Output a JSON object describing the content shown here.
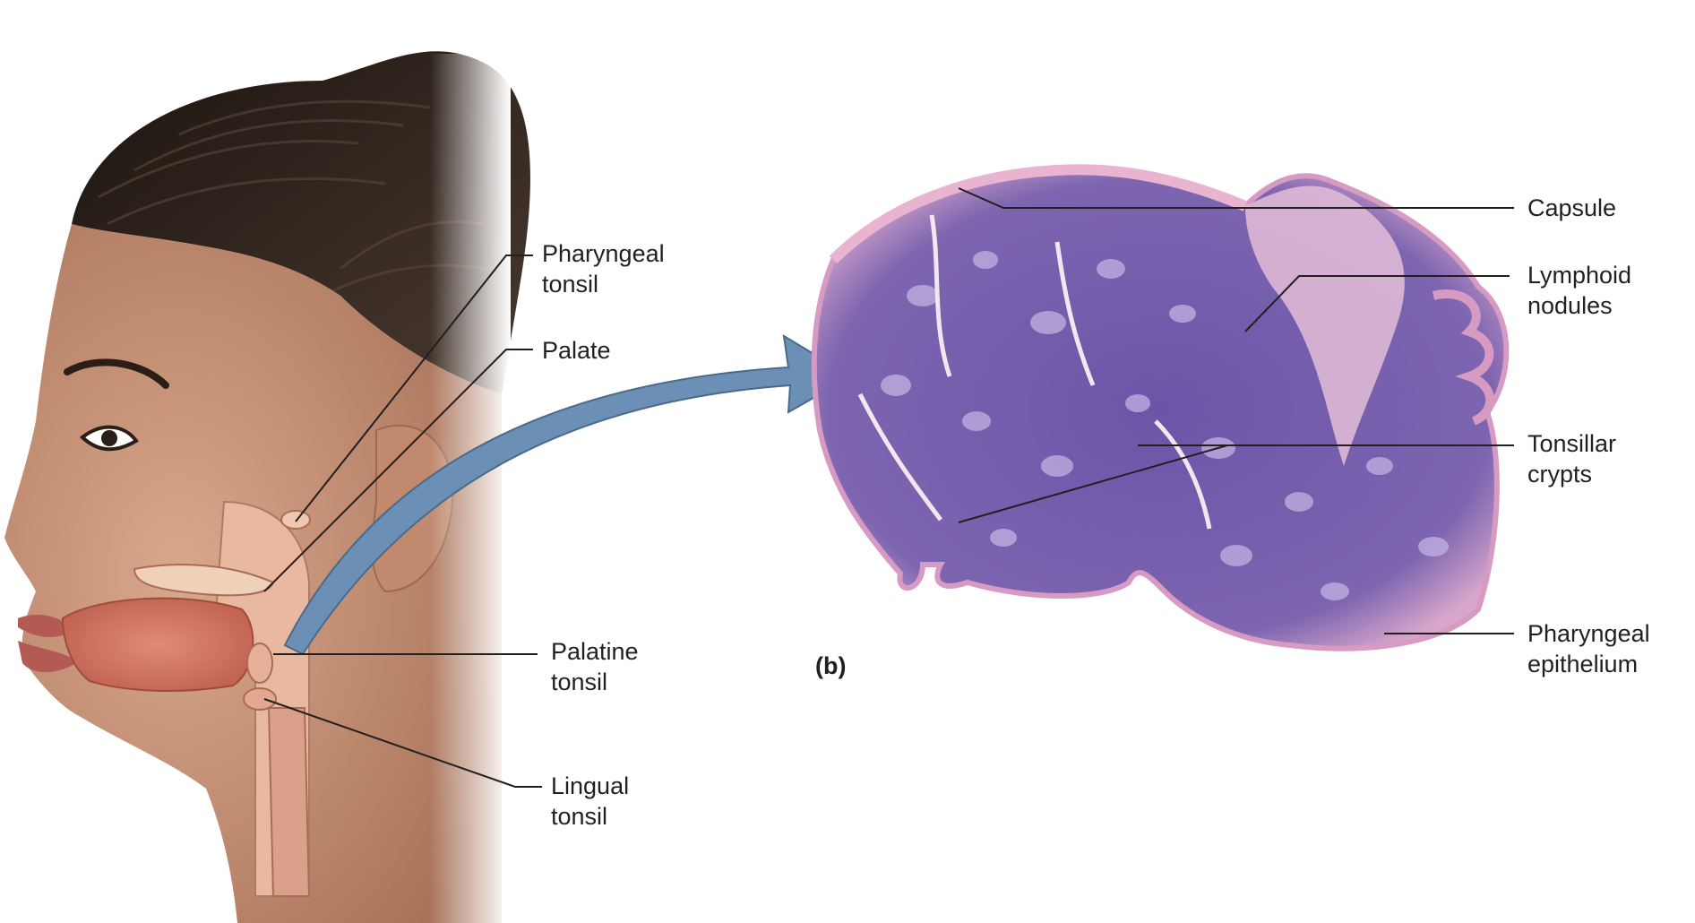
{
  "head_labels": {
    "pharyngeal_tonsil": [
      "Pharyngeal",
      "tonsil"
    ],
    "palate": [
      "Palate"
    ],
    "palatine_tonsil": [
      "Palatine",
      "tonsil"
    ],
    "lingual_tonsil": [
      "Lingual",
      "tonsil"
    ]
  },
  "micrograph_labels": {
    "capsule": [
      "Capsule"
    ],
    "lymphoid_nodules": [
      "Lymphoid",
      "nodules"
    ],
    "tonsillar_crypts": [
      "Tonsillar",
      "crypts"
    ],
    "pharyngeal_epithelium": [
      "Pharyngeal",
      "epithelium"
    ]
  },
  "panel_tag": "(b)",
  "colors": {
    "arrow": "#6b8fb5",
    "skin": "#c89478",
    "hair": "#2a1e16",
    "tissue_purple": "#5f4a9c",
    "tissue_pink": "#e0a8c8",
    "leader_line": "#231f20"
  }
}
